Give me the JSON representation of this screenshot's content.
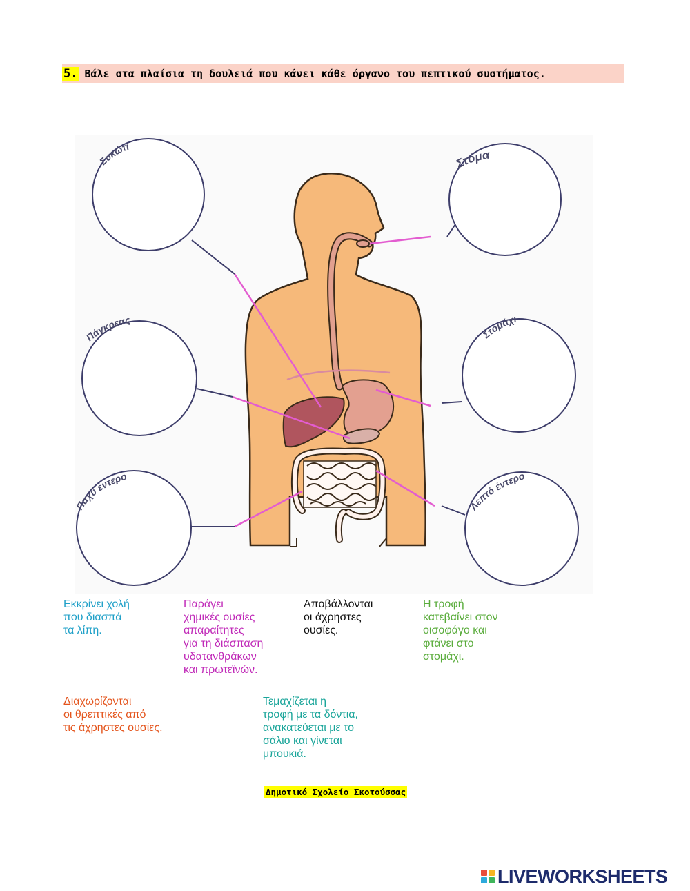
{
  "instruction": {
    "number": "5.",
    "text": "Βάλε στα πλαίσια τη δουλειά που κάνει κάθε όργανο του πεπτικού συστήματος."
  },
  "organs": {
    "liver": "Συκώτι",
    "pancreas": "Πάγκρεας",
    "large_intestine": "Παχύ έντερο",
    "mouth": "Στόμα",
    "stomach": "Στομάχι",
    "small_intestine": "Λεπτό έντερο"
  },
  "cards": [
    {
      "text": "Εκκρίνει χολή\nπου διασπά\nτα λίπη.",
      "color": "#1fa0c8"
    },
    {
      "text": "Παράγει\nχημικές ουσίες\nαπαραίτητες\nγια τη διάσπαση\nυδατανθράκων\nκαι πρωτεϊνών.",
      "color": "#c02ab8"
    },
    {
      "text": "Αποβάλλονται\nοι άχρηστες\nουσίες.",
      "color": "#111111"
    },
    {
      "text": "Η τροφή\nκατεβαίνει στον\nοισοφάγο και\nφτάνει στο\nστομάχι.",
      "color": "#5aac3c"
    },
    {
      "text": "Διαχωρίζονται\nοι θρεπτικές από\nτις άχρηστες ουσίες.",
      "color": "#e4541c"
    },
    {
      "text": "Τεμαχίζεται η\nτροφή με τα δόντια,\nανακατεύεται με το\nσάλιο και γίνεται\nμπουκιά.",
      "color": "#1aa59a"
    }
  ],
  "footer": "Δημοτικό Σχολείο Σκοτούσσας",
  "brand": {
    "name": "LIVEWORKSHEETS",
    "logo_colors": [
      "#e84c3d",
      "#f6b623",
      "#2eaadc",
      "#3fb55b"
    ]
  }
}
